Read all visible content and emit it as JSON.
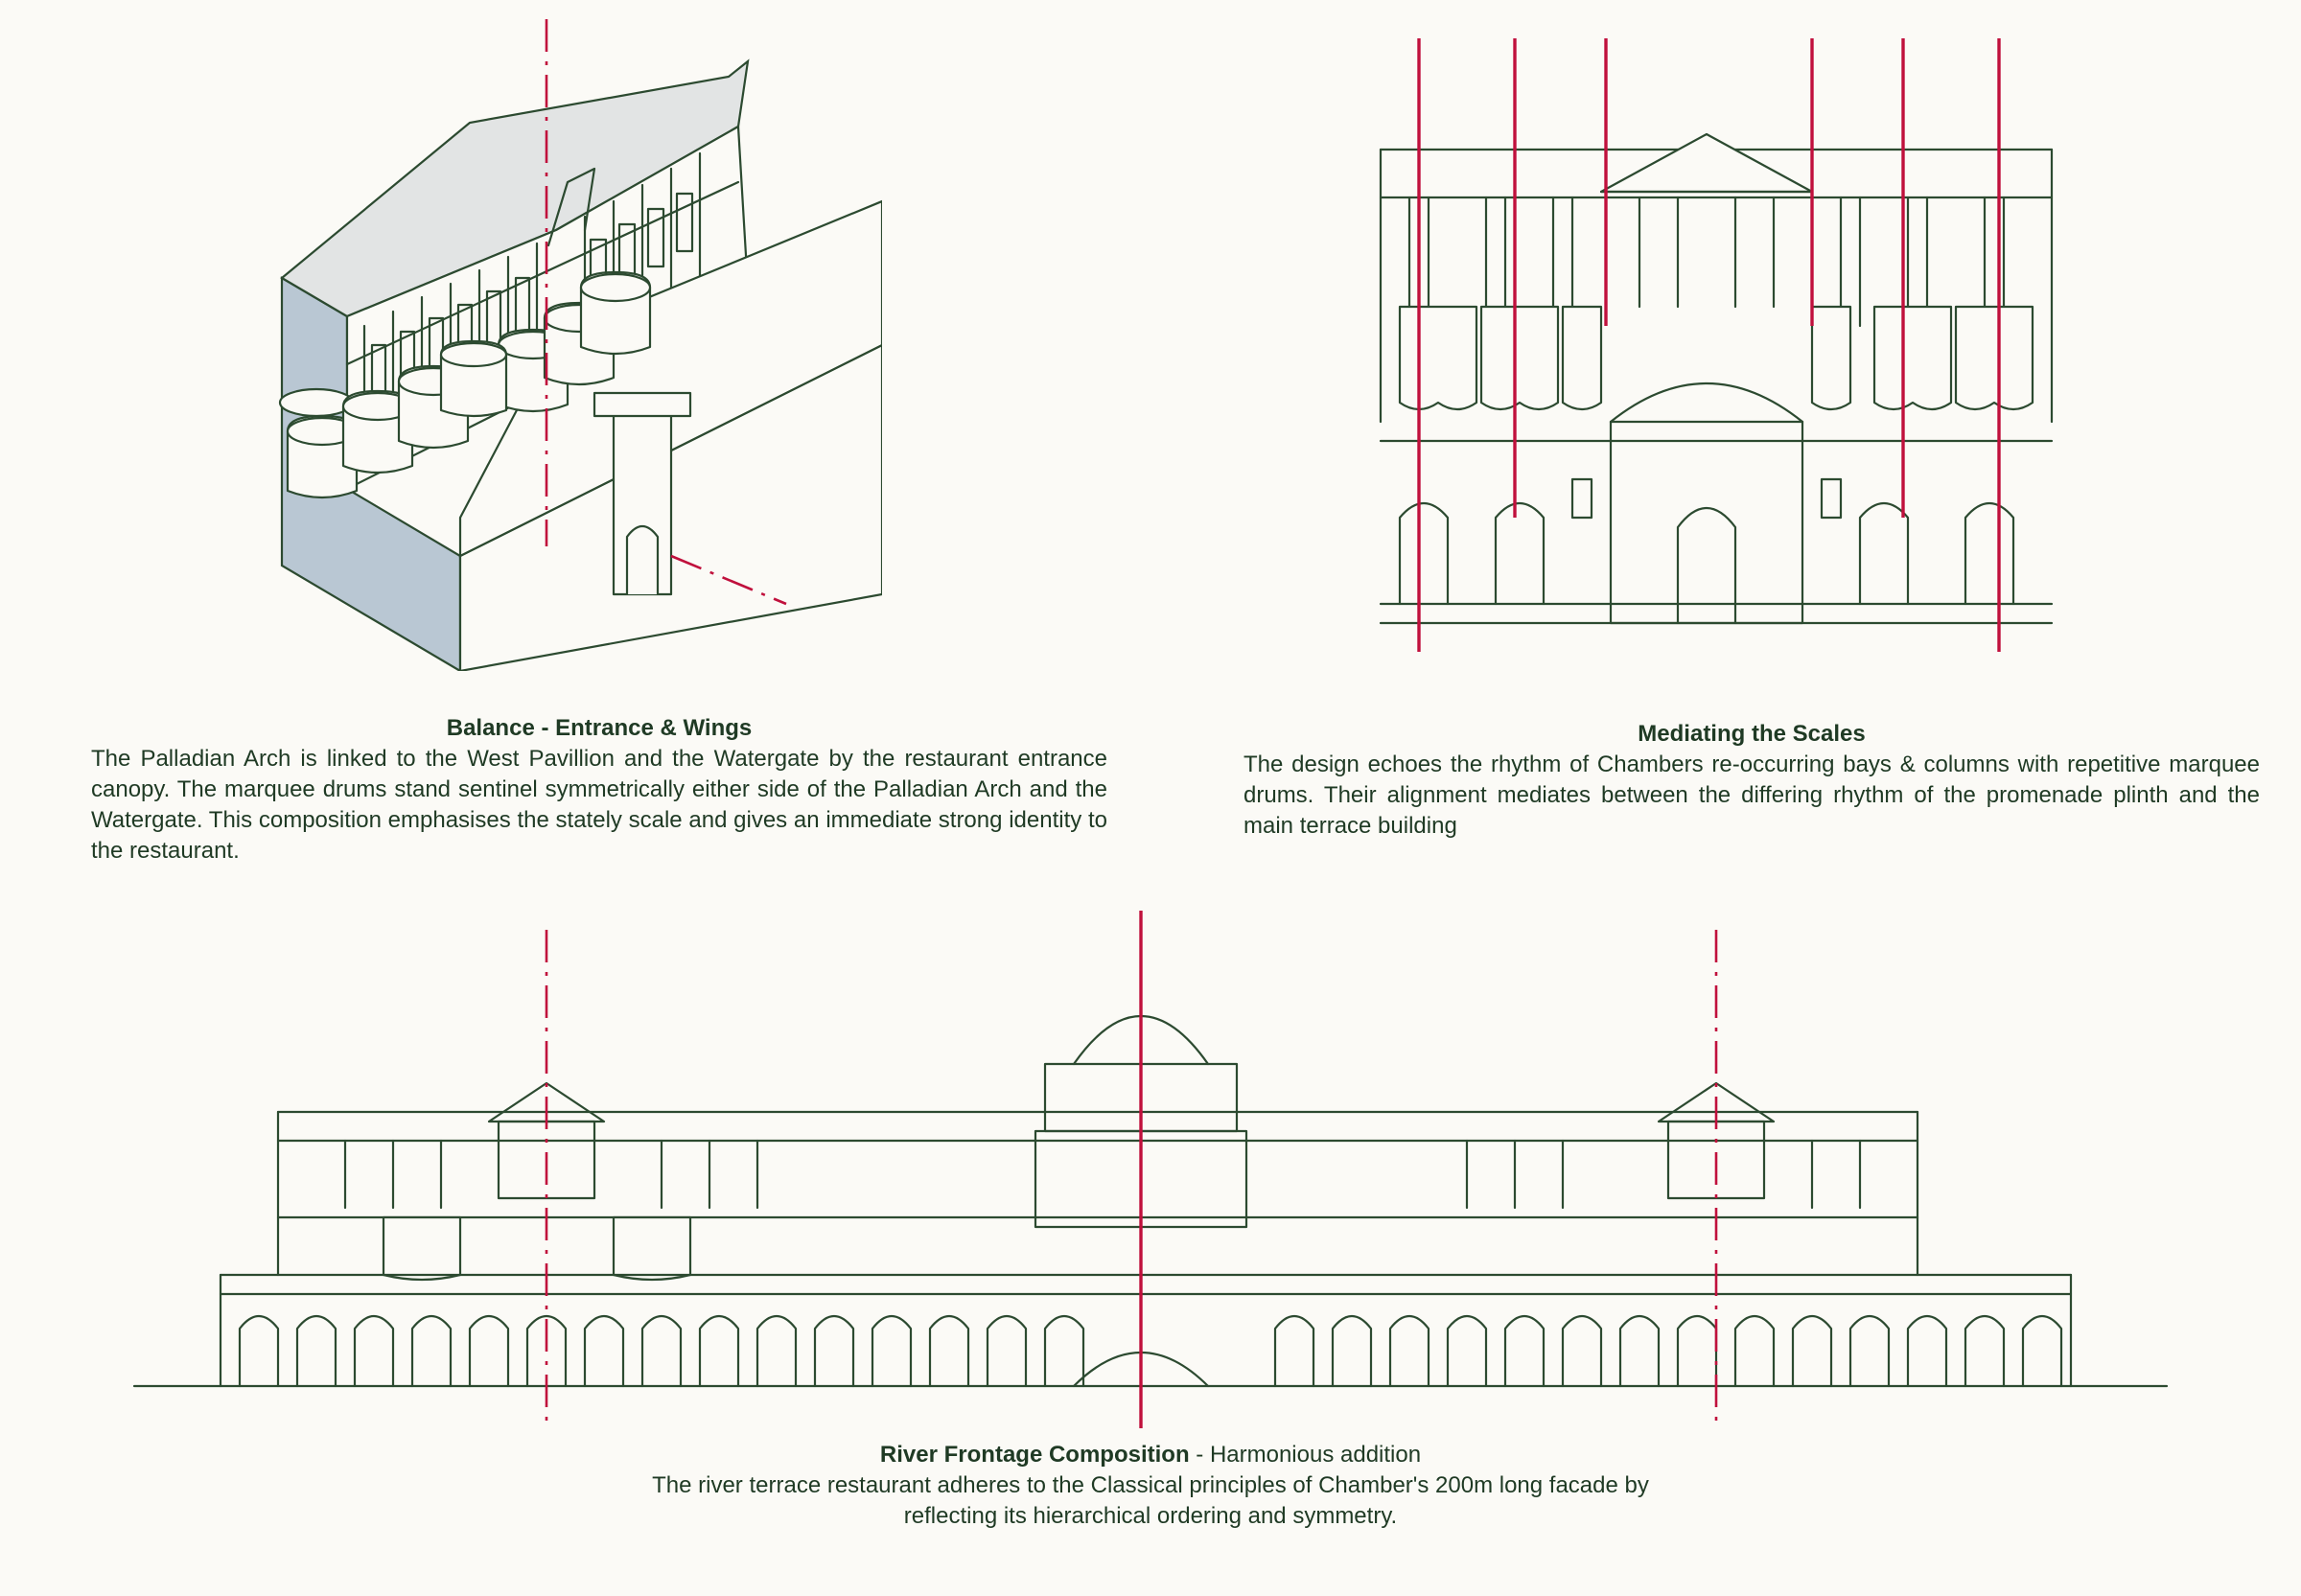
{
  "panels": {
    "balance": {
      "title": "Balance - Entrance & Wings",
      "body": "The Palladian Arch is linked to the West Pavillion and the Watergate by the restaurant entrance canopy.  The marquee drums stand sentinel symmetrically either side of the Palladian Arch and the Watergate.  This composition emphasises the stately scale and gives an immediate strong identity to the restaurant."
    },
    "mediating": {
      "title": "Mediating the Scales",
      "body": "The design echoes the rhythm of Chambers re-occurring bays & columns with repetitive marquee drums.  Their alignment mediates between the differing rhythm of the promenade plinth and the main terrace building"
    },
    "river": {
      "title": "River Frontage Composition",
      "subtitle": "-  Harmonious addition",
      "body_line1": "The river terrace restaurant adheres to the Classical principles of Chamber's 200m long facade by",
      "body_line2": "reflecting its hierarchical ordering and symmetry."
    }
  },
  "colors": {
    "ink": "#2c4a30",
    "axis": "#c0103c",
    "paper": "#fbfaf6",
    "shadow": "#b9c7d3"
  },
  "icons": [
    "isometric-building-drawing",
    "elevation-drawing",
    "river-frontage-drawing"
  ]
}
